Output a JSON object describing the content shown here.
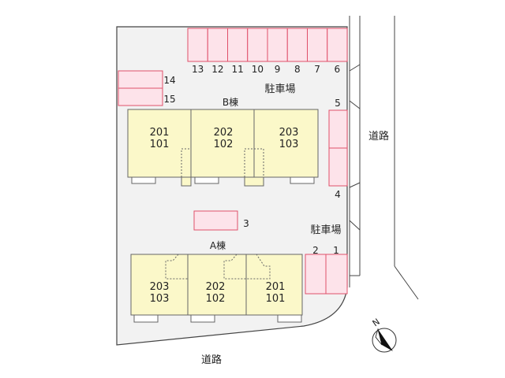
{
  "colors": {
    "lot": "#f2f2f2",
    "building": "#fbf8c9",
    "parking": "#fde3ea",
    "parking_border": "#e0506a",
    "line": "#444444"
  },
  "labels": {
    "road_right": "道路",
    "road_bottom": "道路",
    "parking_top": "駐車場",
    "parking_bottom": "駐車場",
    "building_b": "B棟",
    "building_a": "A棟"
  },
  "parking_top_slots": [
    "13",
    "12",
    "11",
    "10",
    "9",
    "8",
    "7",
    "6"
  ],
  "parking_left_slots": [
    "14",
    "15"
  ],
  "parking_right_slots": [
    "5",
    "4"
  ],
  "parking_center_slot": "3",
  "parking_a_slots": [
    "2",
    "1"
  ],
  "building_b_units": [
    {
      "upper": "201",
      "lower": "101"
    },
    {
      "upper": "202",
      "lower": "102"
    },
    {
      "upper": "203",
      "lower": "103"
    }
  ],
  "building_a_units": [
    {
      "upper": "203",
      "lower": "103"
    },
    {
      "upper": "202",
      "lower": "102"
    },
    {
      "upper": "201",
      "lower": "101"
    }
  ],
  "compass": {
    "icon": "north-arrow-icon",
    "label": "N"
  }
}
